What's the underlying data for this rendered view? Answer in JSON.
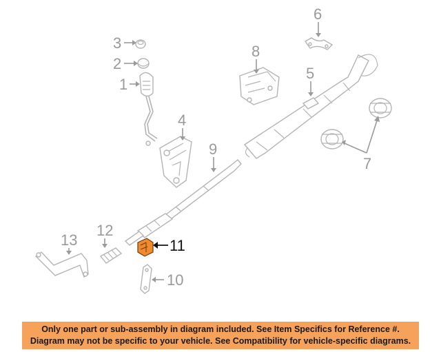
{
  "callouts": {
    "c1": "1",
    "c2": "2",
    "c3": "3",
    "c4": "4",
    "c5": "5",
    "c6": "6",
    "c7": "7",
    "c8": "8",
    "c9": "9",
    "c10": "10",
    "c11": "11",
    "c12": "12",
    "c13": "13"
  },
  "highlighted_part": "11",
  "colors": {
    "highlight": "#f08a2c",
    "banner": "#f7a25a",
    "line_art": "#b4b4b4",
    "callout_text": "#9a9a9a"
  },
  "banner": {
    "line1": "Only one part or sub-assembly in diagram included. See Item Specifics for Reference #.",
    "line2": "Diagram may not be specific to your vehicle. See Compatibility for vehicle-specific diagrams."
  }
}
